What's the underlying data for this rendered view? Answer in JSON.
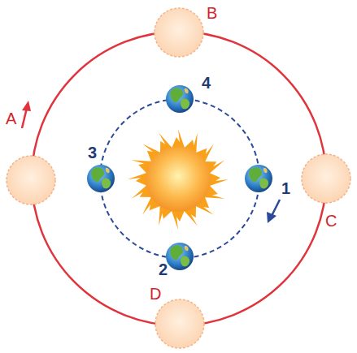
{
  "diagram": {
    "labels": [
      "B",
      "A",
      "4",
      "3",
      "1",
      "C",
      "2",
      "D"
    ]
  }
}
